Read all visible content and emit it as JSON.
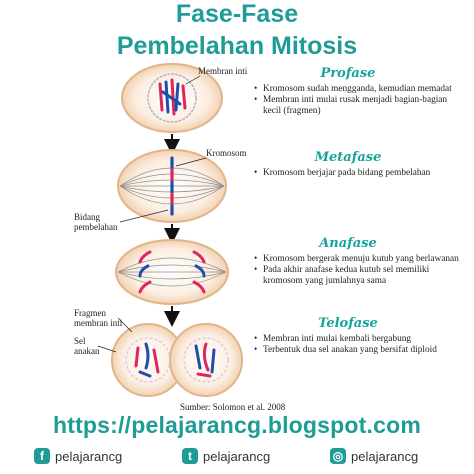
{
  "title_line1": "Fase-Fase",
  "title_line2": "Pembelahan Mitosis",
  "stages": [
    {
      "name": "Profase",
      "bullets": [
        "Kromosom sudah mengganda, kemudian memadat",
        "Membran inti mulai rusak menjadi bagian-bagian kecil (fragmen)"
      ]
    },
    {
      "name": "Metafase",
      "bullets": [
        "Kromosom berjajar pada bidang pembelahan"
      ]
    },
    {
      "name": "Anafase",
      "bullets": [
        "Kromosom bergerak menuju kutub yang berlawanan",
        "Pada akhir anafase kedua kutub sel memiliki kromosom yang jumlahnya sama"
      ]
    },
    {
      "name": "Telofase",
      "bullets": [
        "Membran inti mulai kembali bergabung",
        "Terbentuk dua sel anakan yang bersifat diploid"
      ]
    }
  ],
  "labels": {
    "membran_inti": "Membran inti",
    "kromosom": "Kromosom",
    "bidang_line1": "Bidang",
    "bidang_line2": "pembelahan",
    "fragmen_line1": "Fragmen",
    "fragmen_line2": "membran inti",
    "sel_line1": "Sel",
    "sel_line2": "anakan"
  },
  "source": "Sumber: Solomon et al. 2008",
  "url": "https://pelajarancg.blogspot.com",
  "social": [
    {
      "icon": "facebook-icon",
      "glyph": "f",
      "handle": "pelajarancg"
    },
    {
      "icon": "twitter-icon",
      "glyph": "t",
      "handle": "pelajarancg"
    },
    {
      "icon": "instagram-icon",
      "glyph": "◎",
      "handle": "pelajarancg"
    }
  ],
  "colors": {
    "teal": "#1e9c95",
    "red": "#e0245e",
    "blue": "#1f4fa8",
    "cell_fill": "#f6dcc0",
    "cell_stroke": "#e2b48a"
  }
}
